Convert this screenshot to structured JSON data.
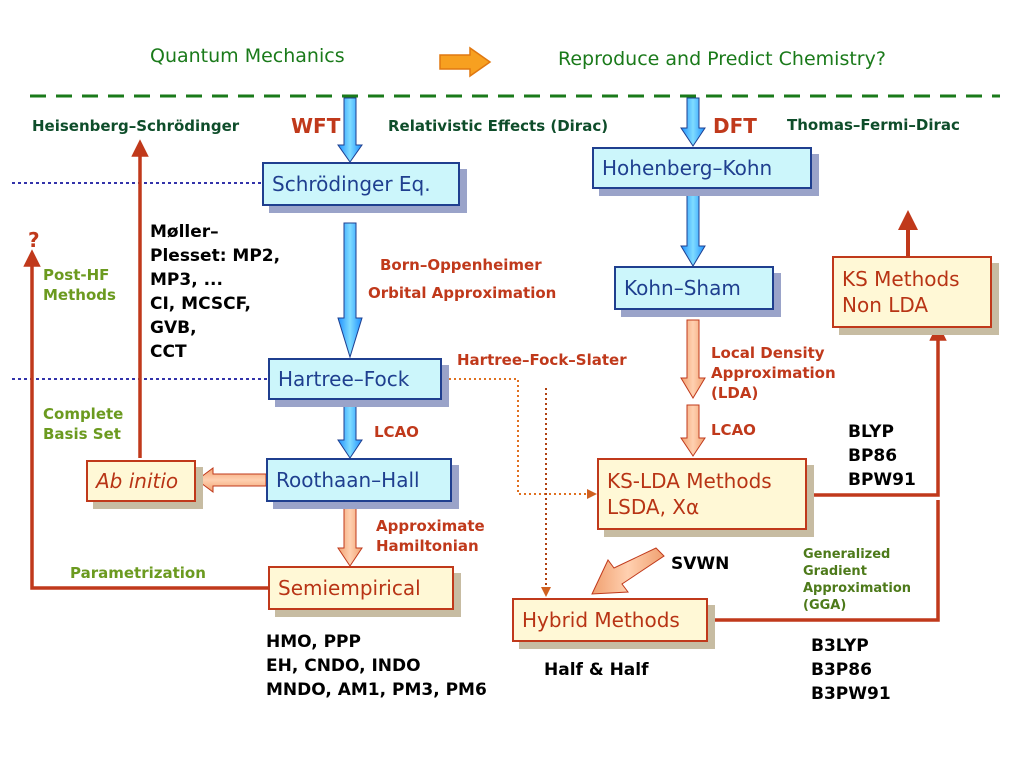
{
  "header": {
    "left": "Quantum Mechanics",
    "right": "Reproduce and Predict Chemistry?"
  },
  "labels": {
    "heisenberg": "Heisenberg–Schrödinger",
    "wft": "WFT",
    "relativistic": "Relativistic Effects (Dirac)",
    "dft": "DFT",
    "thomas_fermi": "Thomas–Fermi–Dirac",
    "question": "?",
    "post_hf": [
      "Post-HF",
      "Methods"
    ],
    "complete_basis": [
      "Complete",
      "Basis Set"
    ],
    "parametrization": "Parametrization",
    "born_oppenheimer": "Born–Oppenheimer",
    "orbital_approx": "Orbital Approximation",
    "hfs": "Hartree–Fock–Slater",
    "lcao_left": "LCAO",
    "approx_ham": [
      "Approximate",
      "Hamiltonian"
    ],
    "lda": [
      "Local Density",
      "Approximation",
      "(LDA)"
    ],
    "lcao_right": "LCAO",
    "svwn": "SVWN",
    "gga": [
      "Generalized",
      "Gradient",
      "Approximation",
      "(GGA)"
    ],
    "half_half": "Half & Half"
  },
  "boxes": {
    "schrodinger": "Schrödinger Eq.",
    "hartree_fock": "Hartree–Fock",
    "roothaan": "Roothaan–Hall",
    "ab_initio": "Ab initio",
    "semiempirical": "Semiempirical",
    "hohenberg": "Hohenberg–Kohn",
    "kohn_sham": "Kohn–Sham",
    "ks_non_lda": [
      "KS Methods",
      "Non LDA"
    ],
    "ks_lda": [
      "KS-LDA Methods",
      "LSDA, Xα"
    ],
    "hybrid": "Hybrid Methods"
  },
  "lists": {
    "post_hf_methods": [
      "Møller–",
      "Plesset: MP2,",
      "MP3, ...",
      "CI, MCSCF,",
      "GVB,",
      "CCT"
    ],
    "semiempirical_methods": [
      "HMO, PPP",
      "EH, CNDO, INDO",
      "MNDO, AM1, PM3, PM6"
    ],
    "gga_functionals": [
      "BLYP",
      "BP86",
      "BPW91"
    ],
    "hybrid_functionals": [
      "B3LYP",
      "B3P86",
      "B3PW91"
    ]
  }
}
